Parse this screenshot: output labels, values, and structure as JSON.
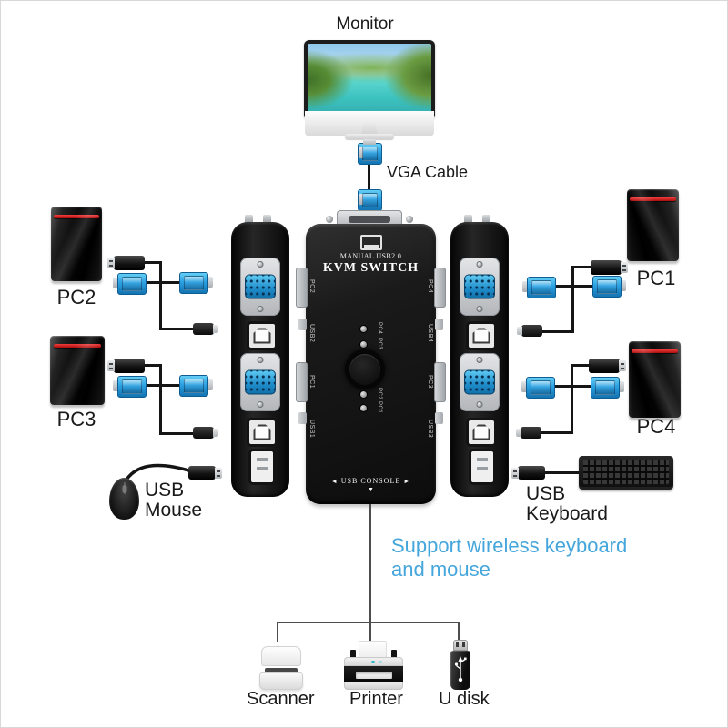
{
  "labels": {
    "monitor": "Monitor",
    "vga_cable": "VGA Cable",
    "pc1": "PC1",
    "pc2": "PC2",
    "pc3": "PC3",
    "pc4": "PC4",
    "mouse_line1": "USB",
    "mouse_line2": "Mouse",
    "keyboard_line1": "USB",
    "keyboard_line2": "Keyboard",
    "scanner": "Scanner",
    "printer": "Printer",
    "udisk": "U disk"
  },
  "kvm": {
    "title_line1": "MANUAL USB2.0",
    "title_line2": "KVM SWITCH",
    "left_edge_labels": [
      "PC2",
      "USB2",
      "PC1",
      "USB1"
    ],
    "right_edge_labels": [
      "PC4",
      "USB4",
      "PC3",
      "USB3"
    ],
    "led_labels": [
      "PC4",
      "PC3",
      "PC2",
      "PC1"
    ],
    "console_left": "◄",
    "console_text": "USB CONSOLE",
    "console_right": "►",
    "console_down": "▼"
  },
  "note": {
    "line1": "Support wireless keyboard",
    "line2": "and mouse"
  },
  "colors": {
    "connector_blue": "#2b9fe0",
    "note_blue": "#45a6dc",
    "stripe_red": "#c41818",
    "device_black": "#161616",
    "tree_line_gray": "#4d4d4d"
  }
}
